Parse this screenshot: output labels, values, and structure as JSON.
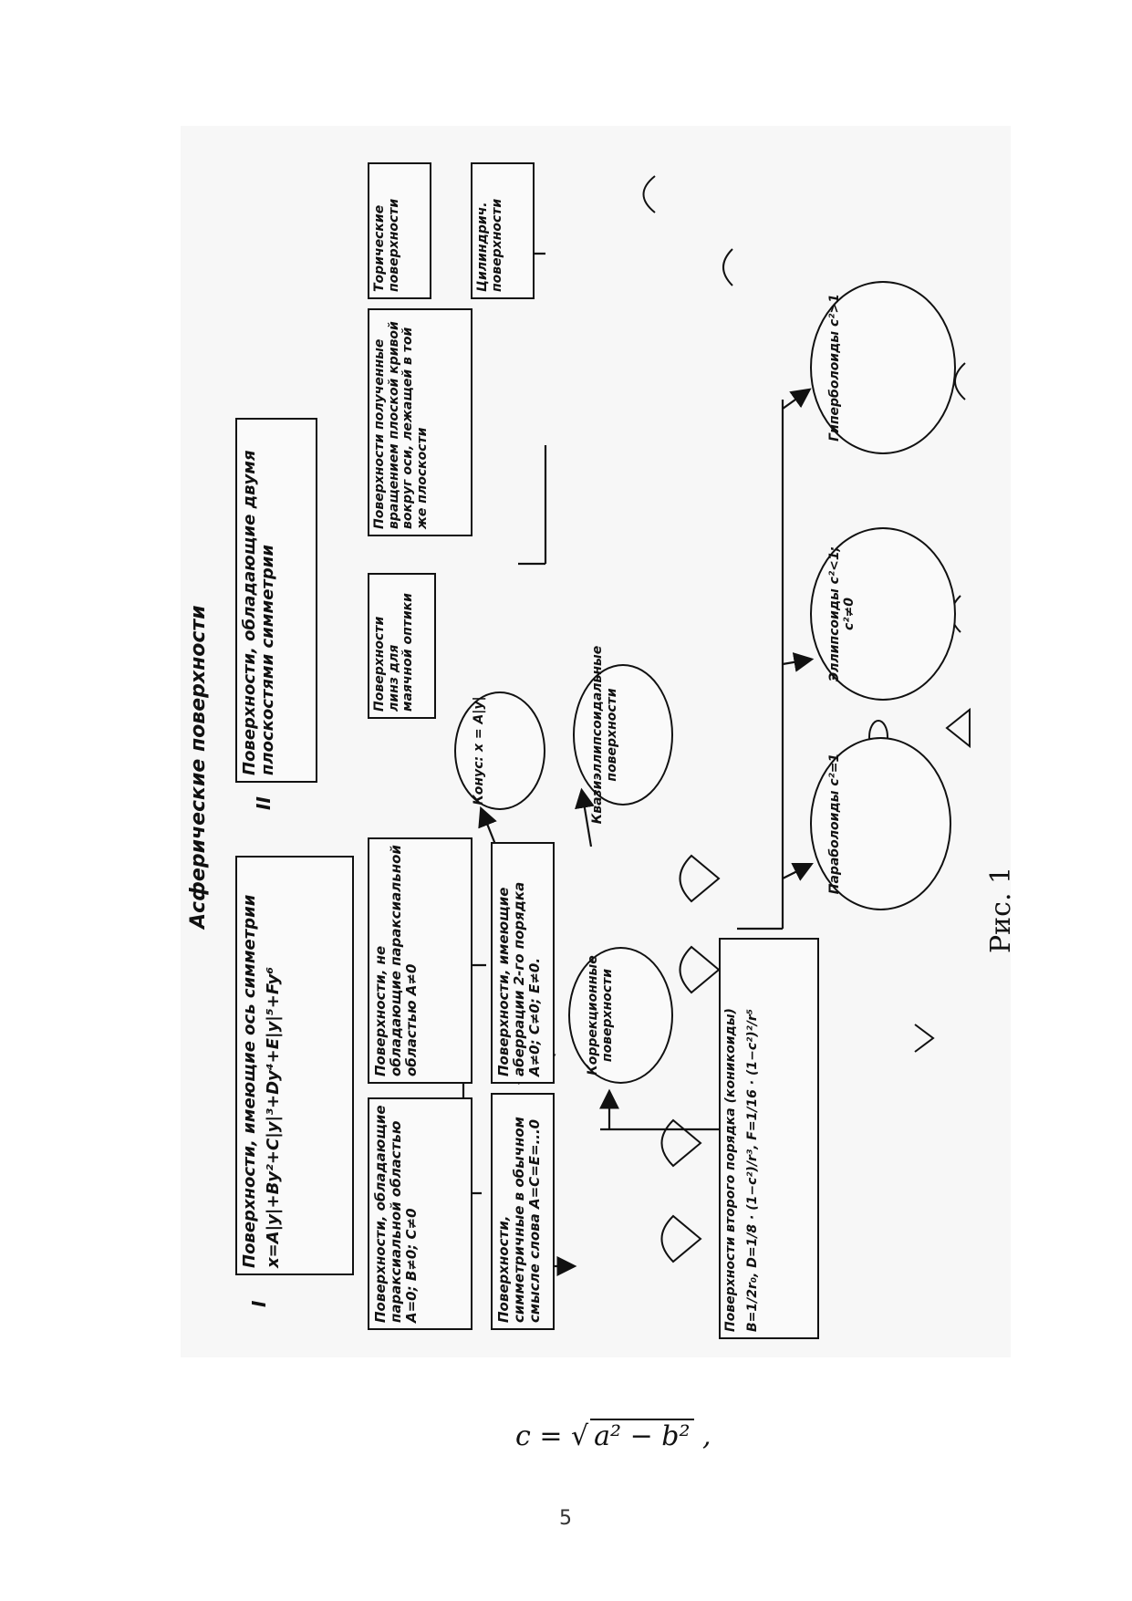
{
  "figure": {
    "title": "Асферические поверхности",
    "group1": {
      "numeral": "I",
      "text": "Поверхности, имеющие ось симметрии",
      "equation": "x=A|y|+By²+C|y|³+Dy⁴+E|y|⁵+Fy⁶"
    },
    "group2": {
      "numeral": "II",
      "text": "Поверхности, обладающие двумя плоскостями симметрии"
    },
    "boxes": {
      "paraxial": "Поверхности, обладающие параксиальной областью A=0; B≠0; C≠0",
      "non_paraxial": "Поверхности, не обладающие параксиальной областью   A≠0",
      "symmetric": "Поверхности, симметричные в обычном смысле слова A=C=E=...0",
      "aberration": "Поверхности, имеющие аберрации 2-го порядка A≠0; C≠0; E≠0.",
      "second_order_title": "Поверхности второго порядка (коникоиды)",
      "second_order_formula": "B=1/2r₀, D=1/8 · (1−c²)/r³, F=1/16 · (1−c²)²/r⁵",
      "lighthouse": "Поверхности линз для маячной оптики",
      "rotation": "Поверхности полученные вращением плоской кривой вокруг оси, лежащей в той же плоскости",
      "toric": "Торические поверхности",
      "cylindrical": "Цилиндрич. поверхности"
    },
    "circles": {
      "cone": "Конус: x = A|y|",
      "quasi": "Квазиэллипсоидальные поверхности",
      "correction": "Коррекционные поверхности",
      "paraboloid": "Параболоиды c²=1",
      "ellipsoid": "Эллипсоиды c²<1; c²≠0",
      "hyperboloid": "Гиперболоиды c²>1"
    }
  },
  "caption": "Рис. 1",
  "formula": {
    "lhs": "c = ",
    "radicand": "a² − b²",
    "tail": " ,"
  },
  "page_number": "5"
}
